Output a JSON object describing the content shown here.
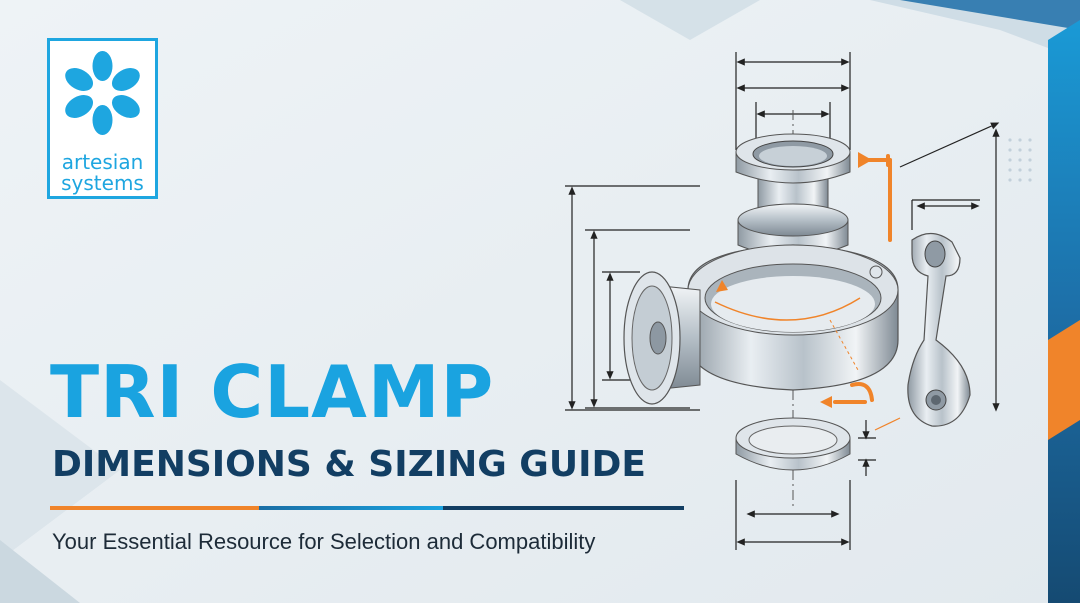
{
  "brand": {
    "name_line1": "artesian",
    "name_line2": "systems",
    "color": "#1ea6e0"
  },
  "headline": {
    "title": "TRI CLAMP",
    "subtitle": "DIMENSIONS & SIZING GUIDE",
    "tagline": "Your Essential Resource for Selection and Compatibility"
  },
  "colors": {
    "title": "#1aa3e0",
    "subtitle": "#123e63",
    "accent_orange": "#f0842a",
    "accent_blue": "#1a6ea5",
    "navy": "#123e63",
    "background": "#e6edf2"
  },
  "illustration": {
    "subject": "exploded tri-clamp assembly with dimension lines",
    "parts": [
      "ferrule",
      "clamp-ring",
      "end-cap",
      "gasket",
      "wing-nut-bolt"
    ]
  }
}
